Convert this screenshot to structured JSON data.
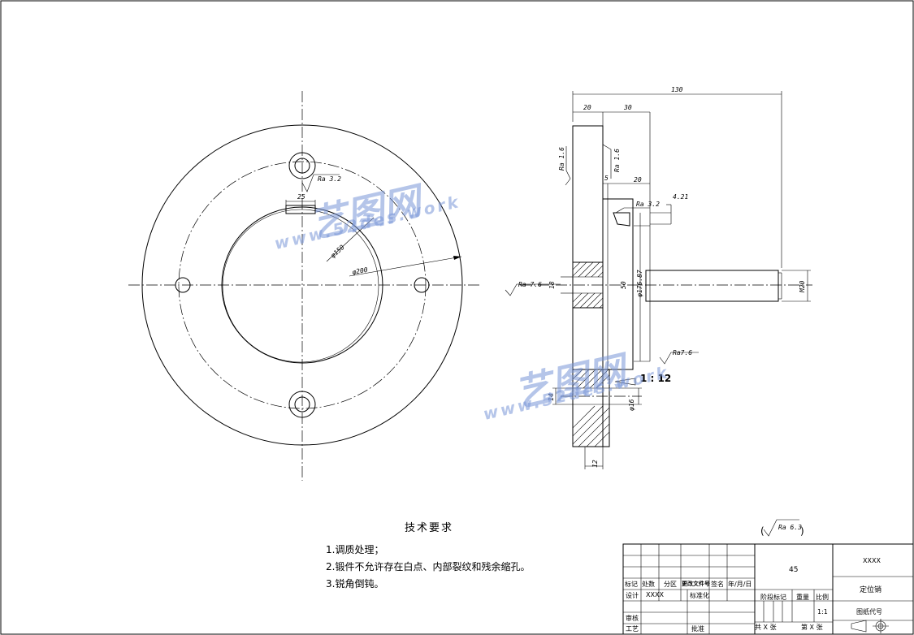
{
  "front_view_labels": {
    "ra_top": "Ra 3.2",
    "dim_25": "25",
    "dia_150": "φ150",
    "dia_200": "φ200"
  },
  "side_view_labels": {
    "overall_length": "130",
    "width_20": "20",
    "width_30": "30",
    "ra_left": "Ra 1.6",
    "ra_right_top": "Ra 1.6",
    "gap_5": "5",
    "depth_20": "20",
    "ra_groove": "Ra 3.2",
    "groove_4_21": "4.21",
    "ra_76_left": "Ra 7.6",
    "dim_18": "18",
    "dim_50": "50",
    "dia_176": "φ176.87",
    "thread": "M20",
    "ra_76_right": "Ra7.6",
    "taper": "1 : 12",
    "dim_14": "14",
    "dia_16": "φ16",
    "dim_12": "12"
  },
  "technical_requirements": {
    "title": "技术要求",
    "items": [
      "1.调质处理；",
      "2.锻件不允许存在白点、内部裂纹和残余缩孔。",
      "3.锐角倒钝。"
    ]
  },
  "default_roughness": "Ra 6.3",
  "title_block": {
    "material": "45",
    "company": "XXXX",
    "part_name": "定位销",
    "drawing_no_label": "图纸代号",
    "scale_label": "比例",
    "scale": "1:1",
    "weight_label": "重量",
    "stage_label": "阶段标记",
    "mark_label": "标记",
    "count_label": "处数",
    "zone_label": "分区",
    "change_doc_label": "更改文件号",
    "sign_label": "签名",
    "date_label": "年/月/日",
    "design_label": "设计",
    "designer": "XXXX",
    "standard_label": "标准化",
    "review_label": "审核",
    "process_label": "工艺",
    "approve_label": "批准",
    "total_sheets": "共 X 张",
    "sheet_no": "第 X 张"
  },
  "watermark": {
    "brand": "艺图网",
    "url": "www.52des.work"
  }
}
